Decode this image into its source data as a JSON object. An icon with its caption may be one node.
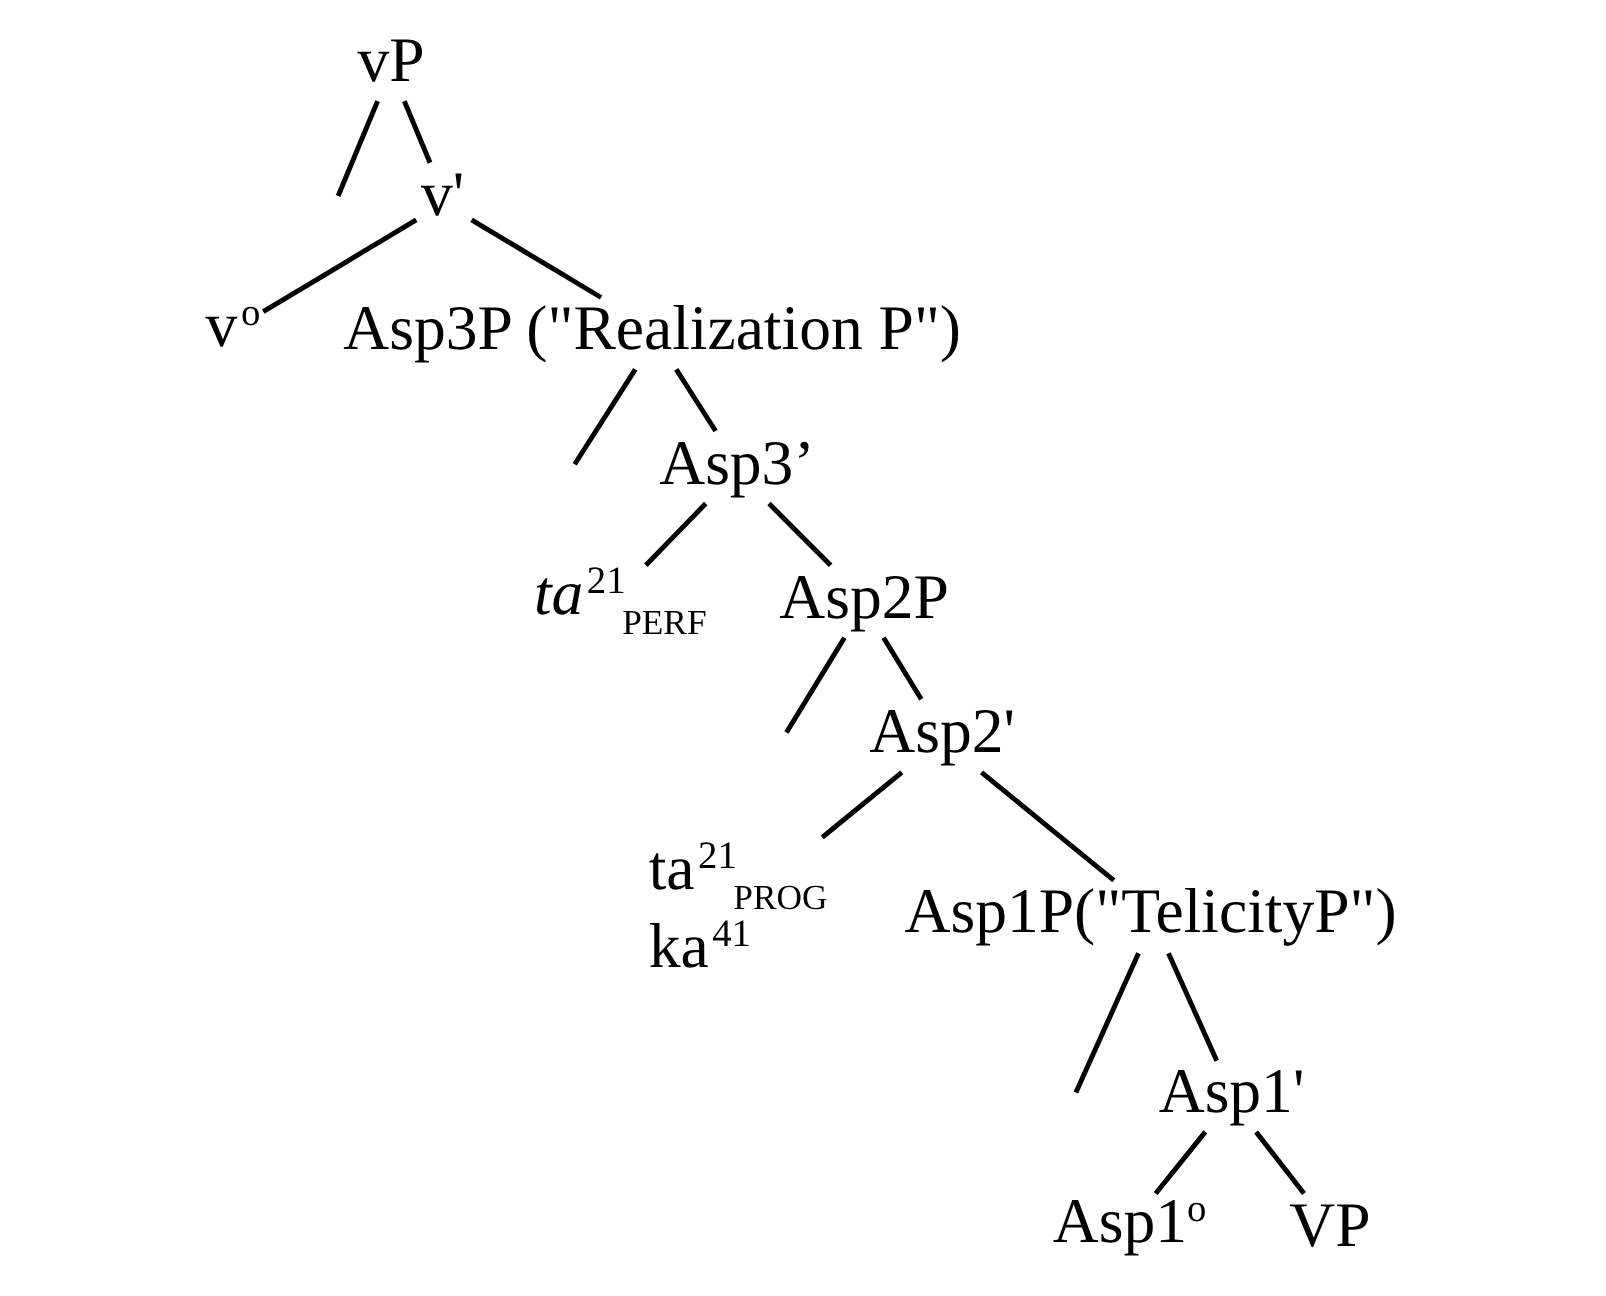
{
  "diagram": {
    "nodes": [
      {
        "text": [
          "vP"
        ]
      },
      {
        "text": [
          "v'"
        ]
      },
      {
        "text": [
          "v$^{o}$"
        ]
      },
      {
        "text": [
          "Asp3P (\"Realization P\")"
        ]
      },
      {
        "text": [
          "Asp3’"
        ]
      },
      {
        "text": [
          "*ta*$^{21}$$_{PERF}$"
        ]
      },
      {
        "text": [
          "Asp2P"
        ]
      },
      {
        "text": [
          "Asp2'"
        ]
      },
      {
        "text": [
          "ta$^{21}$$_{PROG}$",
          "ka$^{41}$"
        ]
      },
      {
        "text": [
          "Asp1P(\"TelicityP\")"
        ]
      },
      {
        "text": [
          "Asp1'"
        ]
      },
      {
        "text": [
          "Asp1$^{o}$"
        ]
      },
      {
        "text": [
          "VP"
        ]
      }
    ],
    "edges": [
      {
        "from": 0,
        "to": null,
        "arrow": "none"
      },
      {
        "from": 0,
        "to": 1,
        "arrow": "none"
      },
      {
        "from": 1,
        "to": 2,
        "arrow": "none"
      },
      {
        "from": 1,
        "to": 3,
        "arrow": "none"
      },
      {
        "from": 3,
        "to": null,
        "arrow": "none"
      },
      {
        "from": 3,
        "to": 4,
        "arrow": "none"
      },
      {
        "from": 4,
        "to": 5,
        "arrow": "none"
      },
      {
        "from": 4,
        "to": 6,
        "arrow": "none"
      },
      {
        "from": 6,
        "to": null,
        "arrow": "none"
      },
      {
        "from": 6,
        "to": 7,
        "arrow": "none"
      },
      {
        "from": 7,
        "to": 8,
        "arrow": "none"
      },
      {
        "from": 7,
        "to": 9,
        "arrow": "none"
      },
      {
        "from": 9,
        "to": null,
        "arrow": "none"
      },
      {
        "from": 9,
        "to": 10,
        "arrow": "none"
      },
      {
        "from": 10,
        "to": 11,
        "arrow": "none"
      },
      {
        "from": 10,
        "to": 12,
        "arrow": "none"
      }
    ]
  }
}
